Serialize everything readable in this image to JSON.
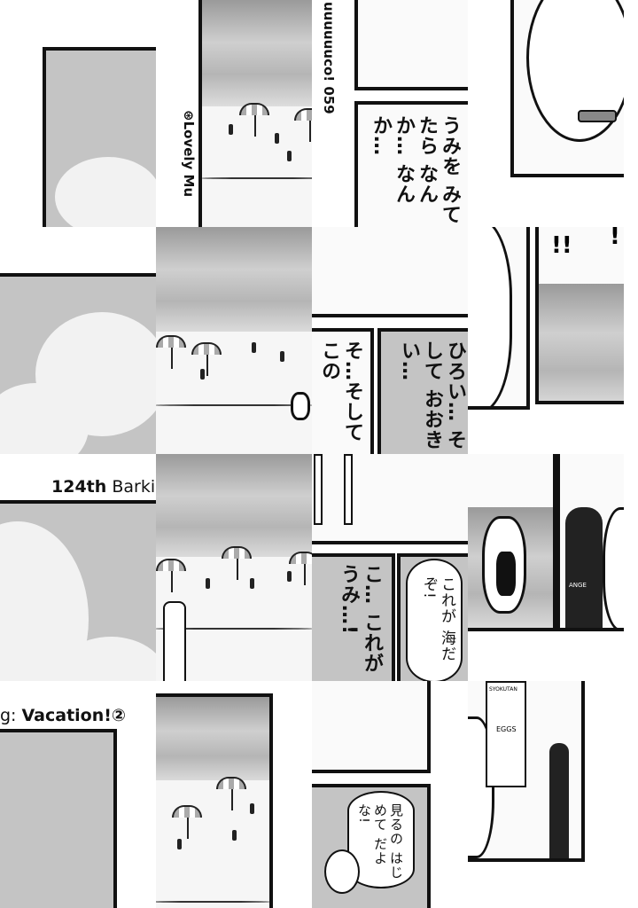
{
  "tiles": {
    "credit": "⊛Lovely Mu",
    "series_page": "uuuuuuco! 059",
    "speech_1": "うみを みてたら なんか… なんか…",
    "speech_2a": "ひろい… そして おおきい…",
    "speech_2b": "そ…そして この",
    "exclaim": "!!",
    "exclaim_2": "!",
    "chapter_number": "124th",
    "chapter_word": "Barkin",
    "chapter_suffix": "g: ",
    "chapter_title": "Vacation!②",
    "speech_3a": "これが 海だぞ!",
    "speech_3b": "こ… これが うみ…!",
    "speech_4": "見るの はじめて だよな!",
    "shirt_text": "ANGE",
    "tote_top": "SYOKUTAN",
    "tote_bottom": "EGGS"
  }
}
